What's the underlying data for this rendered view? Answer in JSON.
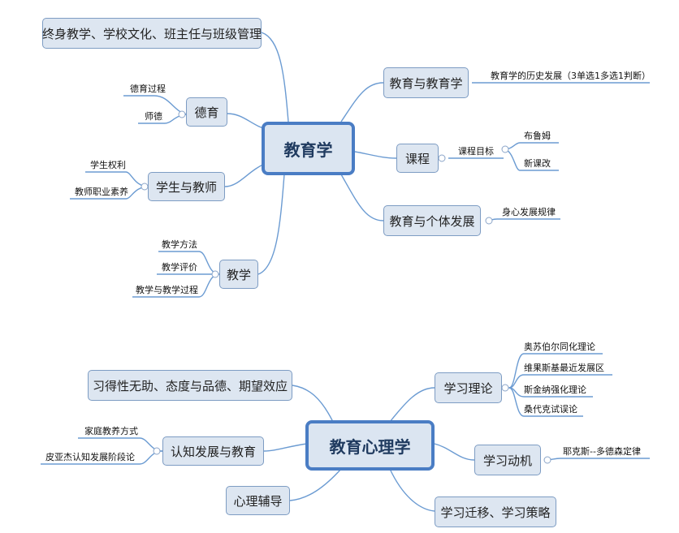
{
  "colors": {
    "line": "#6b9bd2",
    "node_fill": "#dde6f1",
    "node_border": "#7d9cc3",
    "root_border": "#4a7dc4"
  },
  "map1": {
    "root": "教育学",
    "lifelong": "终身教学、学校文化、班主任与班级管理",
    "moral": {
      "label": "德育",
      "leaves": [
        "德育过程",
        "师德"
      ]
    },
    "student_teacher": {
      "label": "学生与教师",
      "leaves": [
        "学生权利",
        "教师职业素养"
      ]
    },
    "teaching": {
      "label": "教学",
      "leaves": [
        "教学方法",
        "教学评价",
        "教学与教学过程"
      ]
    },
    "edu_and_pedagogy": {
      "label": "教育与教育学",
      "leaves": [
        "教育学的历史发展（3单选1多选1判断）"
      ]
    },
    "curriculum": {
      "label": "课程",
      "sub": "课程目标",
      "leaves": [
        "布鲁姆",
        "新课改"
      ]
    },
    "individual_dev": {
      "label": "教育与个体发展",
      "leaves": [
        "身心发展规律"
      ]
    }
  },
  "map2": {
    "root": "教育心理学",
    "helpless": "习得性无助、态度与品德、期望效应",
    "cognitive": {
      "label": "认知发展与教育",
      "leaves": [
        "家庭教养方式",
        "皮亚杰认知发展阶段论"
      ]
    },
    "counseling": "心理辅导",
    "learning_theory": {
      "label": "学习理论",
      "leaves": [
        "奥苏伯尔同化理论",
        "维果斯基最近发展区",
        "斯金纳强化理论",
        "桑代克试误论"
      ]
    },
    "motivation": {
      "label": "学习动机",
      "leaves": [
        "耶克斯--多德森定律"
      ]
    },
    "transfer": "学习迁移、学习策略"
  }
}
